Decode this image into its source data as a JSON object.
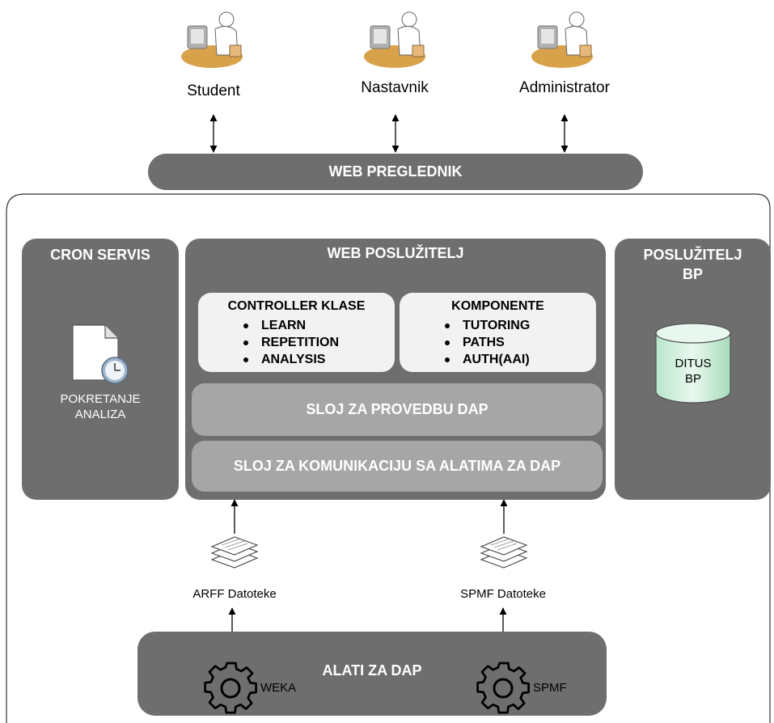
{
  "actors": [
    {
      "label": "Student"
    },
    {
      "label": "Nastavnik"
    },
    {
      "label": "Administrator"
    }
  ],
  "browser": {
    "label": "WEB PREGLEDNIK"
  },
  "cron": {
    "title": "CRON SERVIS",
    "task": "POKRETANJE\nANALIZA"
  },
  "web_server": {
    "title": "WEB POSLUŽITELJ",
    "controllers": {
      "title": "CONTROLLER KLASE",
      "items": [
        "LEARN",
        "REPETITION",
        "ANALYSIS"
      ]
    },
    "components": {
      "title": "KOMPONENTE",
      "items": [
        "TUTORING",
        "PATHS",
        "AUTH(AAI)"
      ]
    },
    "layer_dap": "SLOJ ZA PROVEDBU DAP",
    "layer_comm": "SLOJ ZA KOMUNIKACIJU SA ALATIMA ZA DAP"
  },
  "db_server": {
    "title": "POSLUŽITELJ\nBP",
    "db_label": "DITUS\nBP"
  },
  "files": [
    {
      "label": "ARFF Datoteke"
    },
    {
      "label": "SPMF Datoteke"
    }
  ],
  "tools": {
    "title": "ALATI ZA DAP",
    "items": [
      {
        "label": "WEKA"
      },
      {
        "label": "SPMF"
      }
    ]
  },
  "colors": {
    "block_dark": "#6e6e6e",
    "layer_light": "#a6a6a6",
    "inner_box": "#f2f2f2",
    "db_fill": "#c8ecd8"
  }
}
